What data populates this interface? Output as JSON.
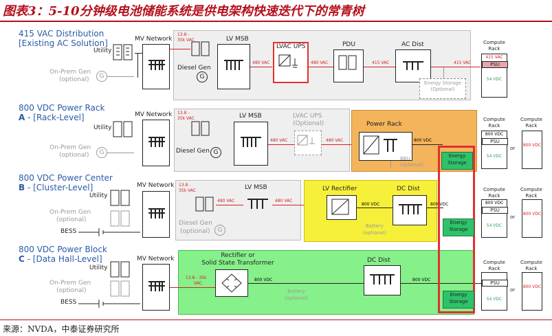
{
  "header": {
    "title": "图表3：5-10分钟级电池储能系统是供电架构快速迭代下的常青树"
  },
  "footer": {
    "source": "来源：NVDA，中泰证券研究所"
  },
  "common": {
    "mv_network": "MV Network",
    "utility": "Utility",
    "on_prem_gen": "On-Prem Gen",
    "optional": "(optional)",
    "bess": "BESS",
    "lv_msb": "LV MSB",
    "compute_rack": "Compute Rack",
    "psu": "PSU",
    "or": "or",
    "energy_storage": "Energy Storage",
    "v_13_8": "13.8 -",
    "v_35k": "35k VAC",
    "v_480": "480 VAC",
    "v_415": "415 VAC",
    "v_54": "54 VDC",
    "v_800": "800 VDC",
    "g": "G"
  },
  "rows": [
    {
      "title_line1": "415 VAC Distribution",
      "title_line2": "[Existing AC Solution]",
      "diesel_gen": "Diesel Gen",
      "lvac_ups": "LVAC UPS",
      "pdu": "PDU",
      "ac_dist": "AC Dist",
      "energy_storage_opt": "Energy Storage (Optional)"
    },
    {
      "title_line1": "800 VDC Power Rack",
      "title_prefix": "A",
      "title_line2": " - [Rack-Level]",
      "diesel_gen": "Diesel Gen",
      "lvac_ups": "LVAC UPS",
      "lvac_ups_opt": "(Optional)",
      "power_rack": "Power Rack",
      "bbu": "BBU",
      "bbu_opt": "(optional)"
    },
    {
      "title_line1": "800 VDC Power Center",
      "title_prefix": "B",
      "title_line2": " - [Cluster-Level]",
      "diesel_gen": "Diesel Gen",
      "diesel_opt": "(optional)",
      "lv_rectifier": "LV Rectifier",
      "dc_dist": "DC Dist",
      "battery": "Battery",
      "battery_opt": "(optional)"
    },
    {
      "title_line1": "800 VDC Power Block",
      "title_prefix": "C",
      "title_line2": " - [Data Hall-Level]",
      "rectifier_l1": "Rectifier or",
      "rectifier_l2": "Solid State Transformer",
      "dc_dist": "DC Dist",
      "battery": "Battery",
      "battery_opt": "(optional)",
      "v_13_35": "13.8 - 35k",
      "v_vac": "VAC"
    }
  ],
  "colors": {
    "title_red": "#b4101c",
    "row_title_blue": "#2a5aa8",
    "highlight_red": "#e03030",
    "orange_panel": "#f3b45c",
    "yellow_panel": "#f7f03a",
    "green_panel": "#86f08a",
    "green_storage": "#2ec26a",
    "grey_panel": "#efefef"
  }
}
